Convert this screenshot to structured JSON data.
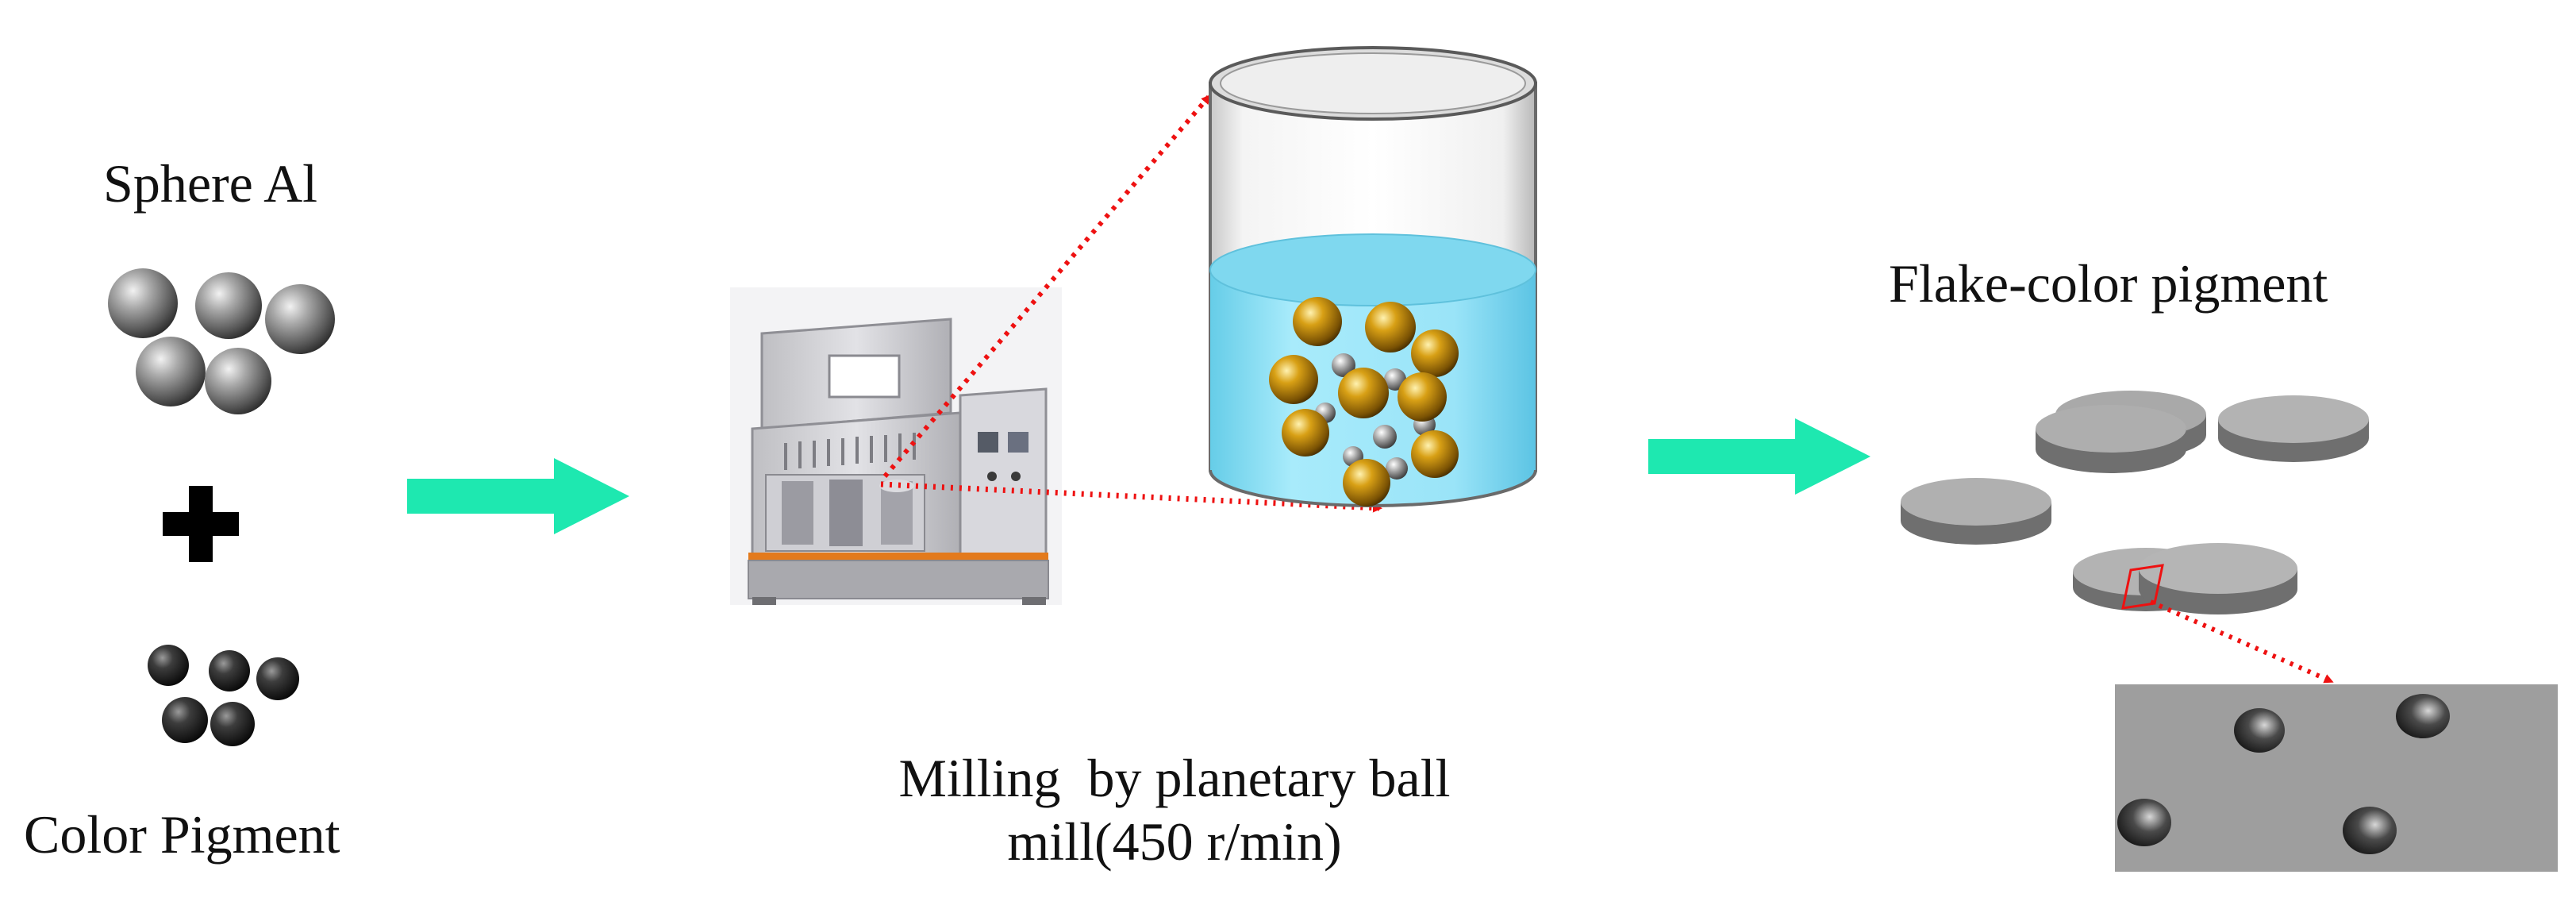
{
  "labels": {
    "sphere_al": "Sphere Al",
    "color_pigment": "Color Pigment",
    "flake_color_pigment": "Flake-color pigment",
    "milling_line1": "Milling  by planetary ball",
    "milling_line2": "mill(450 r/min)"
  },
  "colors": {
    "flow_arrow": "#1ee8b0",
    "pointer_arrow": "#ee1111",
    "liquid": "#8fe0f5",
    "milling_ball": "#d8a015",
    "flake": "#a9a9a9",
    "background": "#ffffff"
  },
  "icons": {
    "plus": "plus-icon",
    "flow_arrow": "arrow-right-icon"
  }
}
